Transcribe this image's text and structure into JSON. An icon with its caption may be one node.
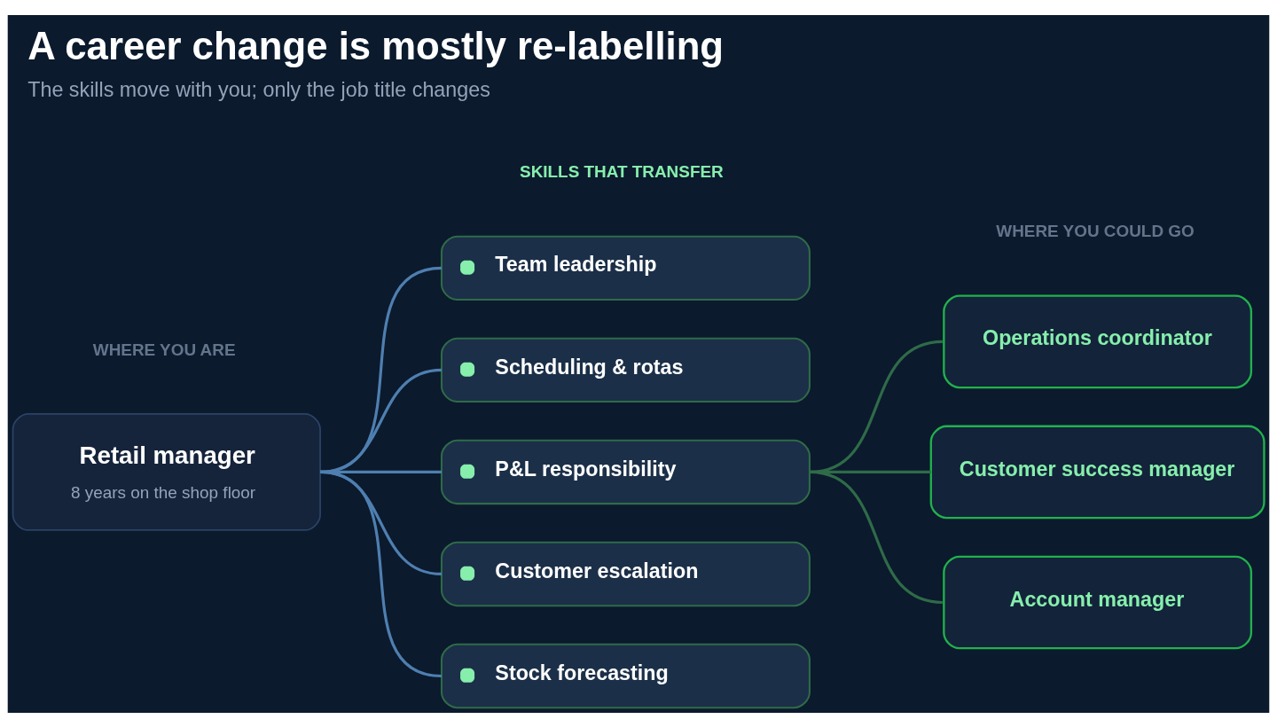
{
  "diagram": {
    "title": "A career change is mostly re-labelling",
    "caption": "The skills move with you; only the job title changes",
    "nodes": [
      {
        "text": [
          "Retail manager",
          "8 years on the shop floor"
        ]
      },
      {
        "text": [
          "Team leadership"
        ]
      },
      {
        "text": [
          "Scheduling & rotas"
        ]
      },
      {
        "text": [
          "P&L responsibility"
        ]
      },
      {
        "text": [
          "Customer escalation"
        ]
      },
      {
        "text": [
          "Stock forecasting"
        ]
      },
      {
        "text": [
          "Operations coordinator"
        ]
      },
      {
        "text": [
          "Customer success manager"
        ]
      },
      {
        "text": [
          "Account manager"
        ]
      }
    ],
    "edges": [
      {
        "from": 0,
        "to": 1,
        "arrow": "none"
      },
      {
        "from": 0,
        "to": 2,
        "arrow": "none"
      },
      {
        "from": 0,
        "to": 3,
        "arrow": "none"
      },
      {
        "from": 0,
        "to": 4,
        "arrow": "none"
      },
      {
        "from": 0,
        "to": 5,
        "arrow": "none"
      },
      {
        "from": 3,
        "to": 6,
        "arrow": "none",
        "color": "#2f6b48"
      },
      {
        "from": 3,
        "to": 7,
        "arrow": "none",
        "color": "#2f6b48"
      },
      {
        "from": 3,
        "to": 8,
        "arrow": "none",
        "color": "#2f6b48"
      }
    ],
    "labels": [
      "WHERE YOU ARE",
      "SKILLS THAT TRANSFER",
      "WHERE YOU COULD GO"
    ]
  }
}
